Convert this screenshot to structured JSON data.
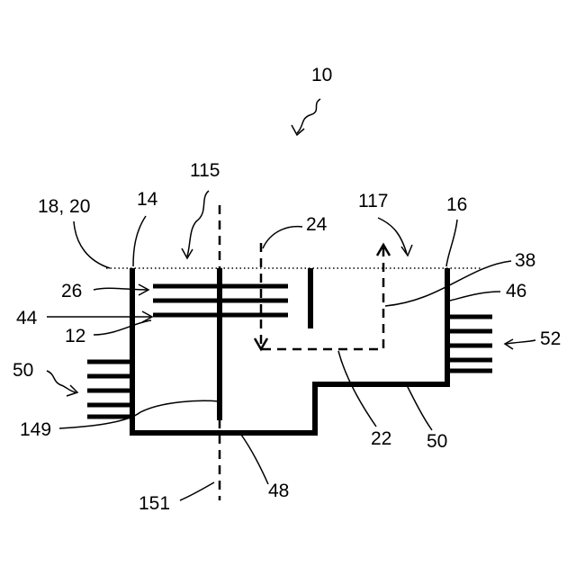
{
  "figure": {
    "labels": {
      "device": "10",
      "wall_left": "14",
      "wall_right": "16",
      "surface": "18, 20",
      "axis_top_left": "115",
      "axis_top_right": "117",
      "flow": "24",
      "plates_upper": "26",
      "plates_mid": "44",
      "plates_low": "12",
      "right_inner": "38",
      "right_fin": "46",
      "fins_right": "52",
      "fins_left": "50",
      "bottom_junction": "149",
      "bottom_axis": "151",
      "bottom_wall": "48",
      "step": "22",
      "bottom_right": "50"
    }
  }
}
